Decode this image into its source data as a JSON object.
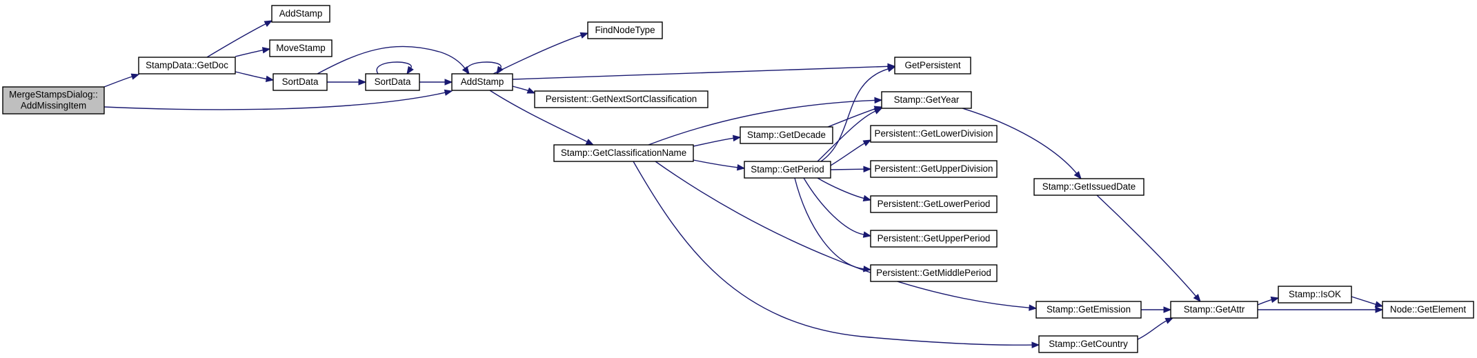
{
  "diagram": {
    "edge_color": "#191970",
    "root_fill": "#bfbfbf",
    "node_fill": "#ffffff",
    "nodes": [
      {
        "id": "root",
        "lines": [
          "MergeStampsDialog::",
          "AddMissingItem"
        ]
      },
      {
        "id": "sd_getdoc",
        "lines": [
          "StampData::GetDoc"
        ]
      },
      {
        "id": "addstamp_top",
        "lines": [
          "AddStamp"
        ]
      },
      {
        "id": "movestamp",
        "lines": [
          "MoveStamp"
        ]
      },
      {
        "id": "sortdata1",
        "lines": [
          "SortData"
        ]
      },
      {
        "id": "sortdata2",
        "lines": [
          "SortData"
        ]
      },
      {
        "id": "addstamp",
        "lines": [
          "AddStamp"
        ]
      },
      {
        "id": "findnodetype",
        "lines": [
          "FindNodeType"
        ]
      },
      {
        "id": "p_nextsort",
        "lines": [
          "Persistent::GetNextSortClassification"
        ]
      },
      {
        "id": "s_classname",
        "lines": [
          "Stamp::GetClassificationName"
        ]
      },
      {
        "id": "getpersistent",
        "lines": [
          "GetPersistent"
        ]
      },
      {
        "id": "s_year",
        "lines": [
          "Stamp::GetYear"
        ]
      },
      {
        "id": "s_decade",
        "lines": [
          "Stamp::GetDecade"
        ]
      },
      {
        "id": "s_period",
        "lines": [
          "Stamp::GetPeriod"
        ]
      },
      {
        "id": "p_lowerdiv",
        "lines": [
          "Persistent::GetLowerDivision"
        ]
      },
      {
        "id": "p_upperdiv",
        "lines": [
          "Persistent::GetUpperDivision"
        ]
      },
      {
        "id": "p_lowerper",
        "lines": [
          "Persistent::GetLowerPeriod"
        ]
      },
      {
        "id": "p_upperper",
        "lines": [
          "Persistent::GetUpperPeriod"
        ]
      },
      {
        "id": "p_middleper",
        "lines": [
          "Persistent::GetMiddlePeriod"
        ]
      },
      {
        "id": "s_issued",
        "lines": [
          "Stamp::GetIssuedDate"
        ]
      },
      {
        "id": "s_emission",
        "lines": [
          "Stamp::GetEmission"
        ]
      },
      {
        "id": "s_country",
        "lines": [
          "Stamp::GetCountry"
        ]
      },
      {
        "id": "s_attr",
        "lines": [
          "Stamp::GetAttr"
        ]
      },
      {
        "id": "s_isok",
        "lines": [
          "Stamp::IsOK"
        ]
      },
      {
        "id": "n_element",
        "lines": [
          "Node::GetElement"
        ]
      }
    ],
    "edges": [
      [
        "root",
        "sd_getdoc"
      ],
      [
        "root",
        "addstamp"
      ],
      [
        "sd_getdoc",
        "addstamp_top"
      ],
      [
        "sd_getdoc",
        "movestamp"
      ],
      [
        "sd_getdoc",
        "sortdata1"
      ],
      [
        "sortdata1",
        "sortdata2"
      ],
      [
        "sortdata1",
        "addstamp"
      ],
      [
        "sortdata2",
        "sortdata2"
      ],
      [
        "sortdata2",
        "addstamp"
      ],
      [
        "addstamp",
        "addstamp"
      ],
      [
        "addstamp",
        "findnodetype"
      ],
      [
        "addstamp",
        "getpersistent"
      ],
      [
        "addstamp",
        "p_nextsort"
      ],
      [
        "addstamp",
        "s_classname"
      ],
      [
        "s_classname",
        "s_year"
      ],
      [
        "s_classname",
        "s_decade"
      ],
      [
        "s_classname",
        "s_period"
      ],
      [
        "s_classname",
        "s_emission"
      ],
      [
        "s_classname",
        "s_country"
      ],
      [
        "s_decade",
        "s_year"
      ],
      [
        "s_period",
        "getpersistent"
      ],
      [
        "s_period",
        "s_year"
      ],
      [
        "s_period",
        "p_lowerdiv"
      ],
      [
        "s_period",
        "p_upperdiv"
      ],
      [
        "s_period",
        "p_lowerper"
      ],
      [
        "s_period",
        "p_upperper"
      ],
      [
        "s_period",
        "p_middleper"
      ],
      [
        "s_year",
        "s_issued"
      ],
      [
        "s_issued",
        "s_attr"
      ],
      [
        "s_emission",
        "s_attr"
      ],
      [
        "s_country",
        "s_attr"
      ],
      [
        "s_attr",
        "s_isok"
      ],
      [
        "s_attr",
        "n_element"
      ],
      [
        "s_isok",
        "n_element"
      ]
    ]
  }
}
